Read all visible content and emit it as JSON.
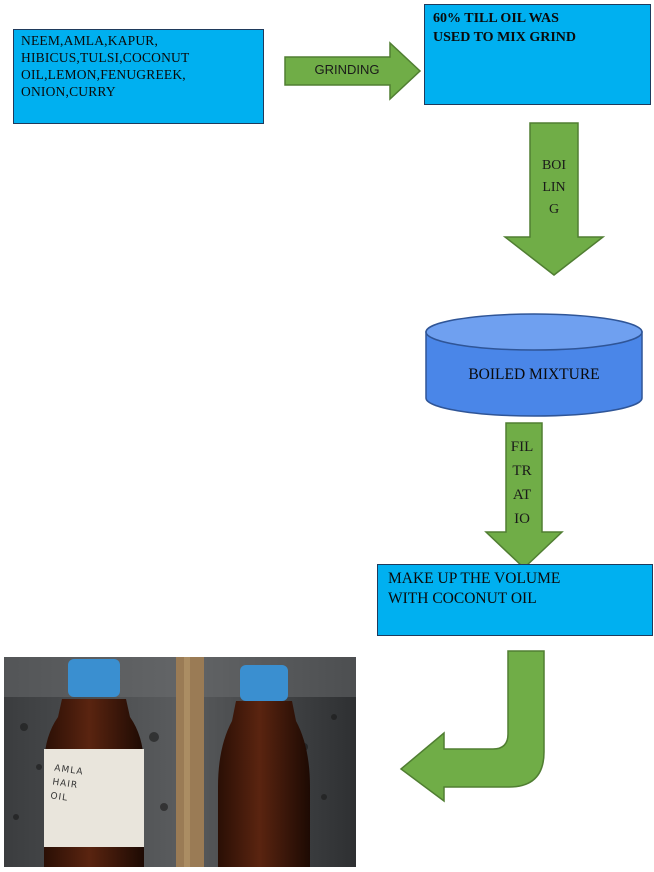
{
  "steps": {
    "ingredients": "NEEM,AMLA,KAPUR,\nHIBICUS,TULSI,COCONUT\nOIL,LEMON,FENUGREEK,\nONION,CURRY",
    "oil_mix": "60% TILL OIL WAS\nUSED TO MIX GRIND",
    "boiled_mixture": "BOILED MIXTURE",
    "make_up": "MAKE UP THE VOLUME\nWITH COCONUT OIL"
  },
  "processes": {
    "grinding": "GRINDING",
    "boiling": "BOI\nLIN\nG",
    "filtration": "FIL\nTR\nAT\nIO"
  },
  "photo": {
    "bottle_label": "AMLA\nHAIR\nOIL"
  },
  "colors": {
    "box_fill": "#00b0f0",
    "arrow_fill": "#70ad47",
    "arrow_stroke": "#507e32",
    "cylinder_fill": "#4a86e8"
  }
}
